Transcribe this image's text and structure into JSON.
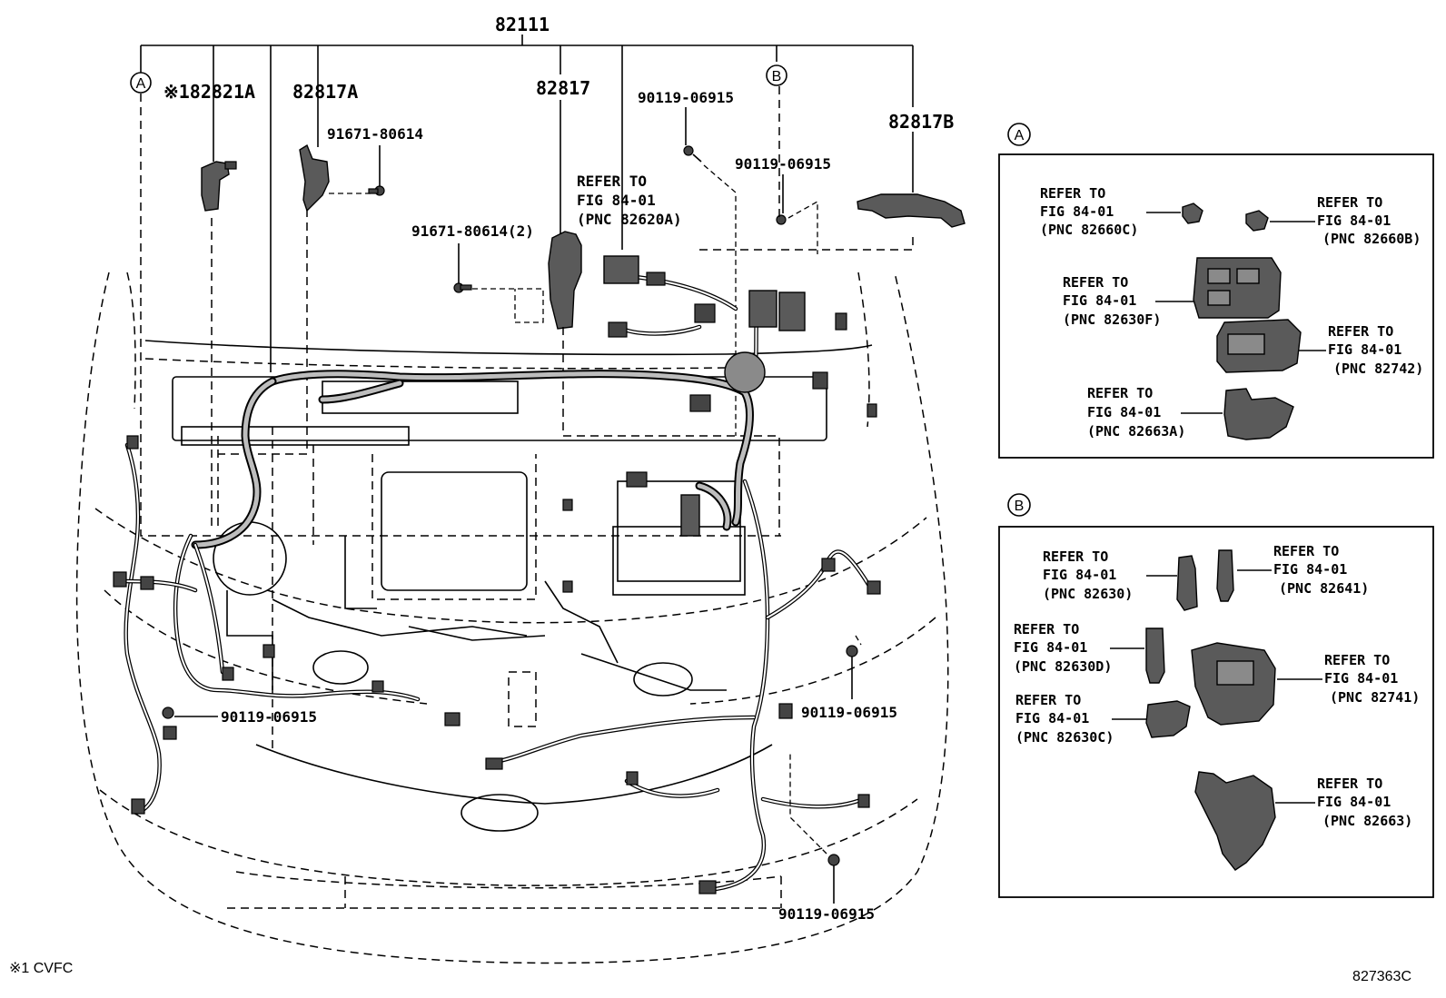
{
  "part_numbers": {
    "main": "82111",
    "p82821a": "※182821A",
    "p82817a": "82817A",
    "p82817": "82817",
    "p82817b": "82817B",
    "bolt_91671_top": "91671-80614",
    "bolt_91671_mid": "91671-80614(2)",
    "bolt_90119_top": "90119-06915",
    "bolt_90119_mid": "90119-06915",
    "bolt_90119_left": "90119-06915",
    "bolt_90119_right": "90119-06915",
    "bolt_90119_bottom": "90119-06915"
  },
  "main_refer": {
    "line1": "REFER TO",
    "line2": "FIG 84-01",
    "line3": "(PNC 82620A)"
  },
  "callouts": {
    "a": "A",
    "b": "B"
  },
  "panel_a": {
    "badge": "A",
    "items": [
      {
        "line1": "REFER TO",
        "line2": "FIG 84-01",
        "line3": "(PNC 82660C)"
      },
      {
        "line1": "REFER TO",
        "line2": "FIG 84-01",
        "line3": "(PNC 82660B)"
      },
      {
        "line1": "REFER TO",
        "line2": "FIG 84-01",
        "line3": "(PNC 82630F)"
      },
      {
        "line1": "REFER TO",
        "line2": "FIG 84-01",
        "line3": "(PNC 82742)"
      },
      {
        "line1": "REFER TO",
        "line2": "FIG 84-01",
        "line3": "(PNC 82663A)"
      }
    ]
  },
  "panel_b": {
    "badge": "B",
    "items": [
      {
        "line1": "REFER TO",
        "line2": "FIG 84-01",
        "line3": "(PNC 82630)"
      },
      {
        "line1": "REFER TO",
        "line2": "FIG 84-01",
        "line3": "(PNC 82641)"
      },
      {
        "line1": "REFER TO",
        "line2": "FIG 84-01",
        "line3": "(PNC 82630D)"
      },
      {
        "line1": "REFER TO",
        "line2": "FIG 84-01",
        "line3": "(PNC 82741)"
      },
      {
        "line1": "REFER TO",
        "line2": "FIG 84-01",
        "line3": "(PNC 82630C)"
      },
      {
        "line1": "REFER TO",
        "line2": "FIG 84-01",
        "line3": "(PNC 82663)"
      }
    ]
  },
  "footnote": "※1 CVFC",
  "figure_code": "827363C"
}
